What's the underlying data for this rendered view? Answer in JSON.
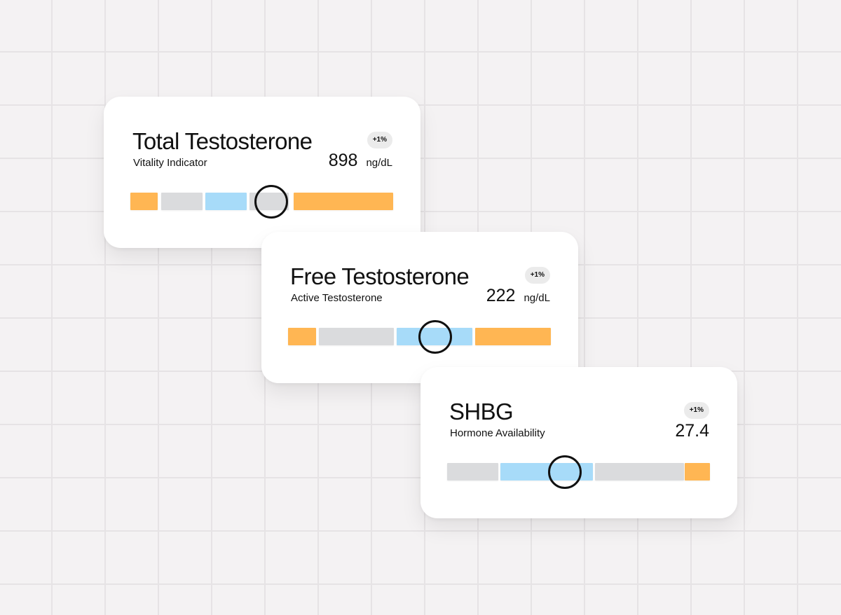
{
  "colors": {
    "orange": "#ffb653",
    "gray": "#dadbdd",
    "blue": "#a7dbf9",
    "marker": "#111111"
  },
  "cards": [
    {
      "title": "Total Testosterone",
      "subtitle": "Vitality Indicator",
      "change": "+1%",
      "value": "898",
      "unit": "ng/dL",
      "segments": [
        {
          "color": "orange",
          "from": 0.0,
          "to": 0.105
        },
        {
          "color": "gray",
          "from": 0.117,
          "to": 0.275
        },
        {
          "color": "blue",
          "from": 0.285,
          "to": 0.443
        },
        {
          "color": "gray",
          "from": 0.453,
          "to": 0.603
        },
        {
          "color": "orange",
          "from": 0.621,
          "to": 1.0
        }
      ],
      "marker_position": 0.537
    },
    {
      "title": "Free Testosterone",
      "subtitle": "Active Testosterone",
      "change": "+1%",
      "value": "222",
      "unit": "ng/dL",
      "segments": [
        {
          "color": "orange",
          "from": 0.0,
          "to": 0.107
        },
        {
          "color": "gray",
          "from": 0.117,
          "to": 0.403
        },
        {
          "color": "blue",
          "from": 0.413,
          "to": 0.701
        },
        {
          "color": "orange",
          "from": 0.713,
          "to": 1.0
        }
      ],
      "marker_position": 0.561
    },
    {
      "title": "SHBG",
      "subtitle": "Hormone Availability",
      "change": "+1%",
      "value": "27.4",
      "unit": "",
      "segments": [
        {
          "color": "gray",
          "from": 0.0,
          "to": 0.195
        },
        {
          "color": "blue",
          "from": 0.203,
          "to": 0.555
        },
        {
          "color": "gray",
          "from": 0.563,
          "to": 0.9
        },
        {
          "color": "orange",
          "from": 0.905,
          "to": 1.0
        }
      ],
      "marker_position": 0.447
    }
  ]
}
